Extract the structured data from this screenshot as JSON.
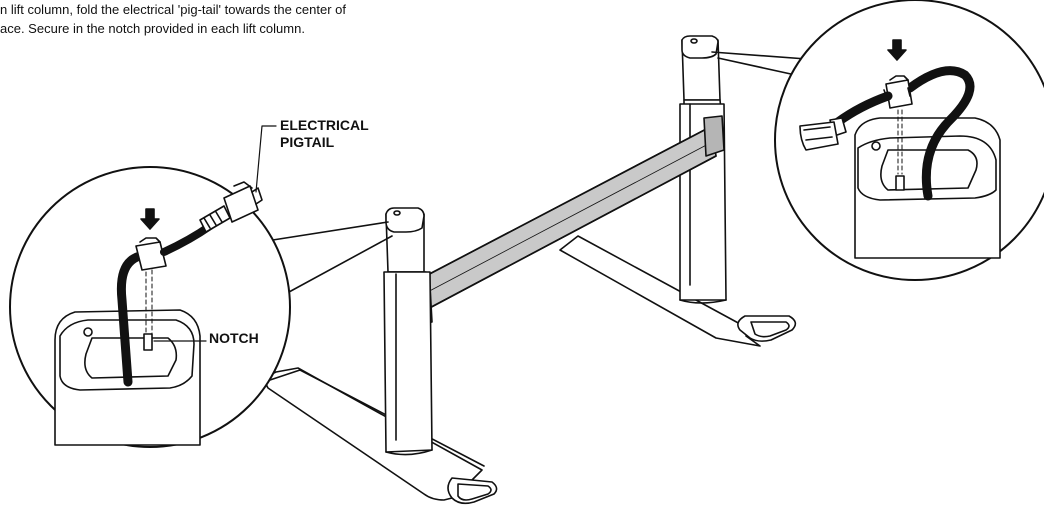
{
  "instructions": {
    "line1": "n lift column, fold the electrical 'pig-tail' towards the center of",
    "line2": "ace. Secure in the notch provided in each lift column."
  },
  "callouts": {
    "pigtail_line1": "ELECTRICAL",
    "pigtail_line2": "PIGTAIL",
    "notch": "NOTCH"
  },
  "colors": {
    "stroke": "#111111",
    "crossbar_fill": "#c9c9c9",
    "bracket_fill": "#b5b5b5",
    "cable": "#111111",
    "background": "#ffffff"
  },
  "icons": {
    "down_arrow_left": "down-arrow-icon",
    "down_arrow_right": "down-arrow-icon"
  }
}
